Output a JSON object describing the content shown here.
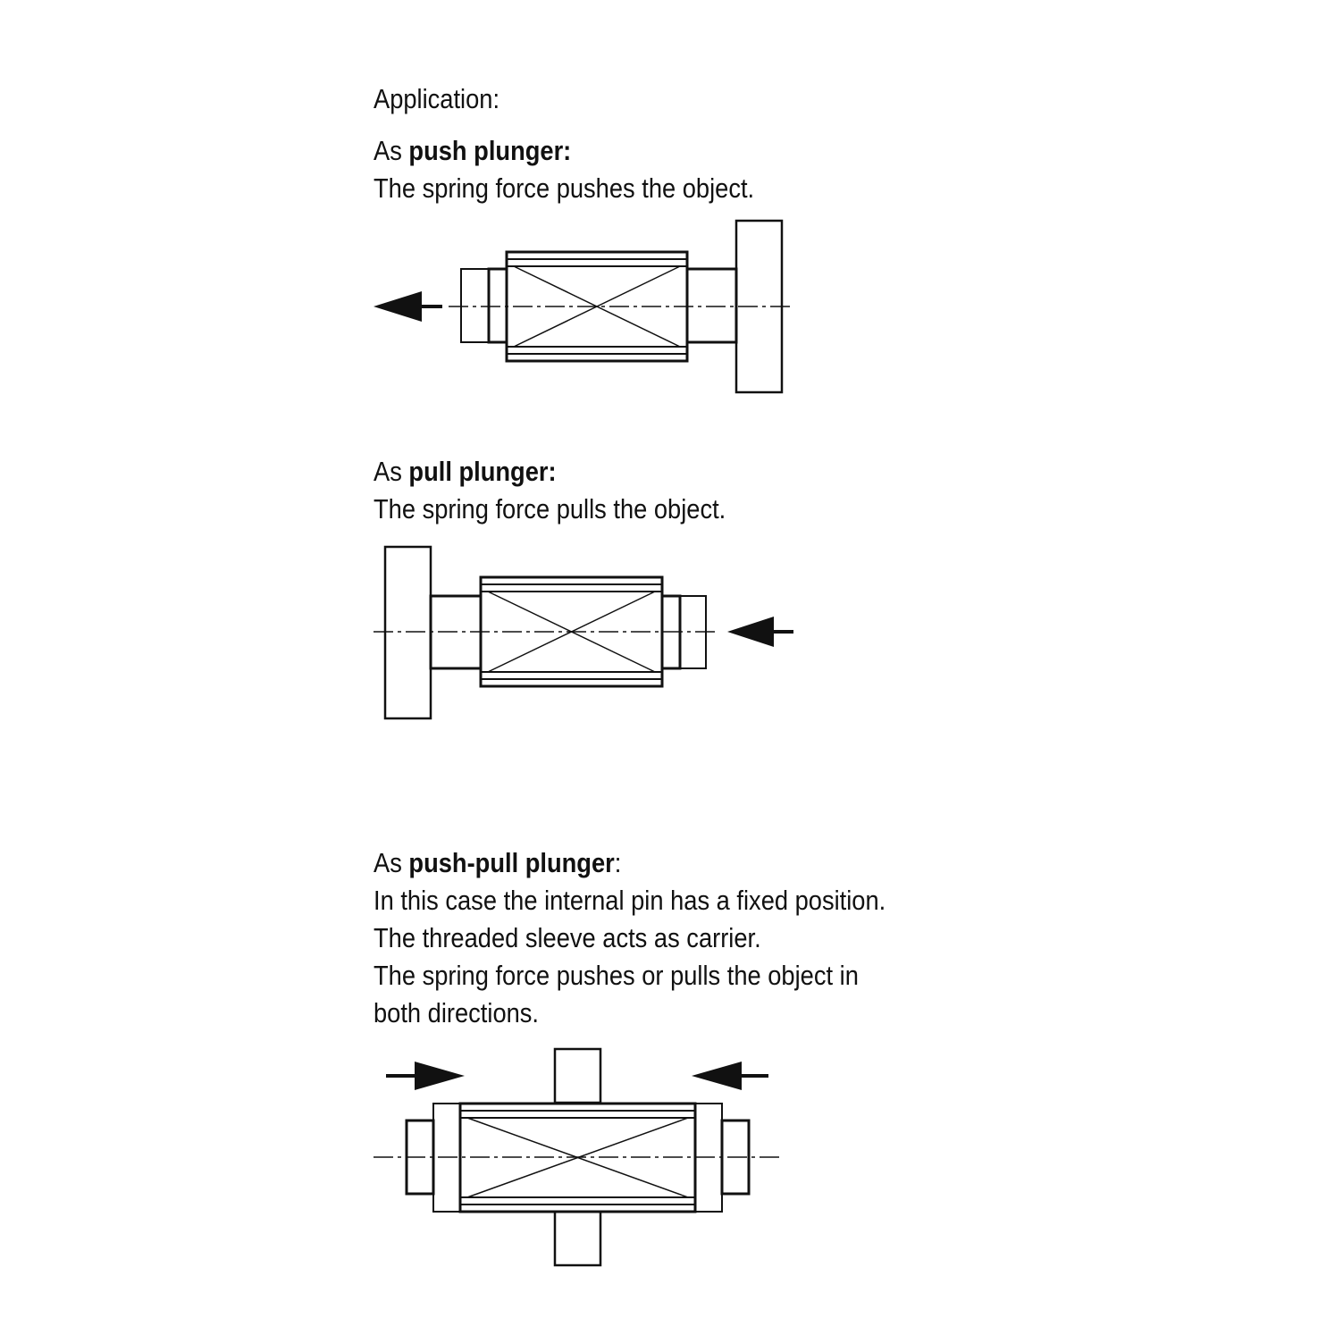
{
  "heading": "Application:",
  "sections": [
    {
      "prefix": "As ",
      "bold": "push plunger:",
      "suffix": "",
      "lines": [
        "The spring force pushes the object."
      ]
    },
    {
      "prefix": "As ",
      "bold": "pull plunger:",
      "suffix": "",
      "lines": [
        "The spring force pulls the object."
      ]
    },
    {
      "prefix": "As ",
      "bold": "push-pull plunger",
      "suffix": ":",
      "lines": [
        "In this case the internal pin has a fixed position.",
        "The threaded sleeve acts as carrier.",
        "The spring force pushes or pulls the object in",
        "both directions."
      ]
    }
  ]
}
